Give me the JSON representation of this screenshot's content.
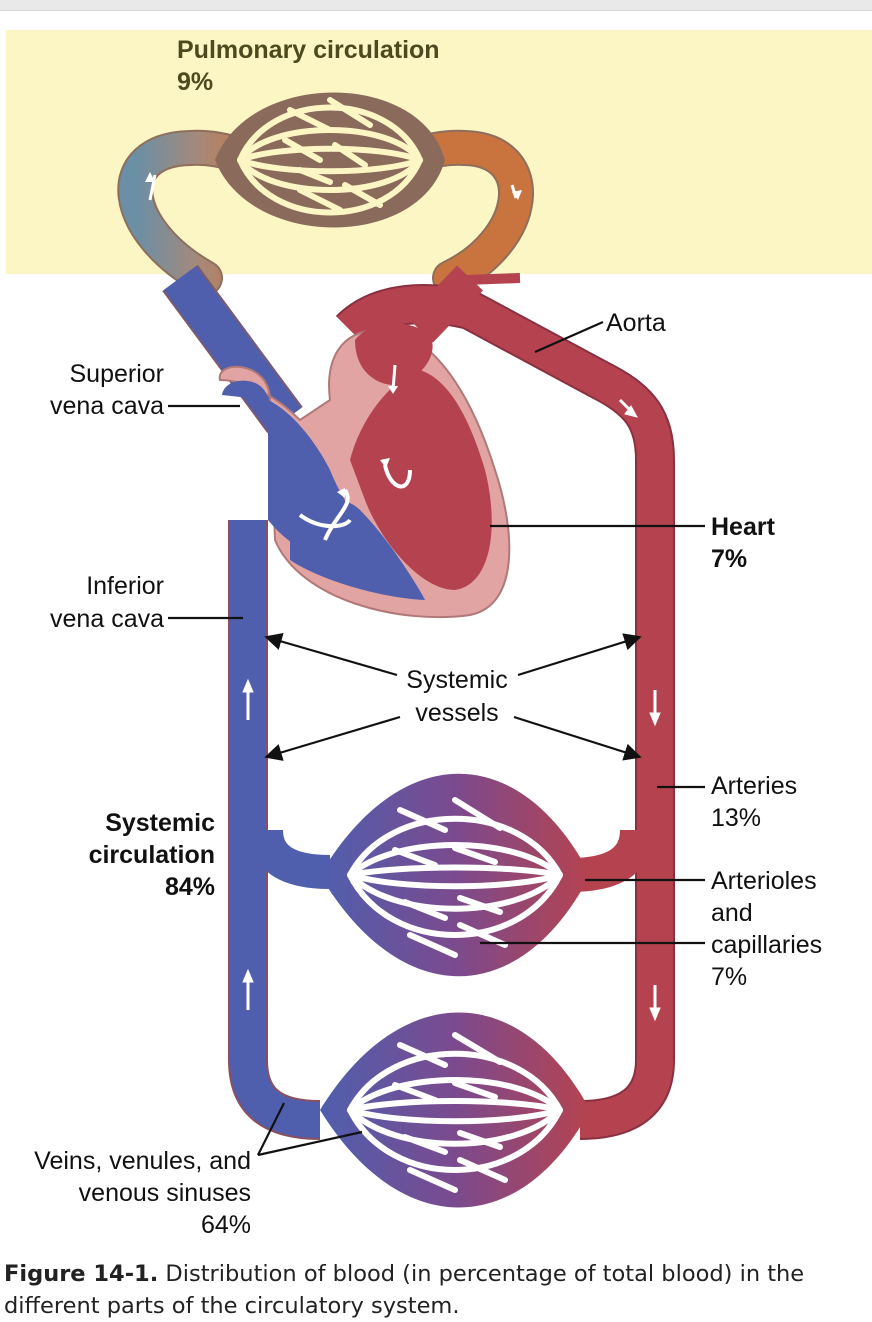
{
  "labels": {
    "pulmonary_title": "Pulmonary circulation",
    "pulmonary_pct": "9%",
    "aorta": "Aorta",
    "superior_vena_cava_line1": "Superior",
    "superior_vena_cava_line2": "vena cava",
    "heart": "Heart",
    "heart_pct": "7%",
    "inferior_vena_cava_line1": "Inferior",
    "inferior_vena_cava_line2": "vena cava",
    "systemic_vessels_line1": "Systemic",
    "systemic_vessels_line2": "vessels",
    "systemic_circ_line1": "Systemic",
    "systemic_circ_line2": "circulation",
    "systemic_circ_pct": "84%",
    "arteries": "Arteries",
    "arteries_pct": "13%",
    "arterioles_line1": "Arterioles",
    "arterioles_line2": "and",
    "arterioles_line3": "capillaries",
    "arterioles_pct": "7%",
    "veins_line1": "Veins, venules, and",
    "veins_line2": "venous sinuses",
    "veins_pct": "64%"
  },
  "caption": {
    "figure_number": "Figure 14-1.",
    "text": "Distribution of blood (in percentage of total blood) in the different parts of the circulatory system."
  },
  "colors": {
    "pulmonary_background": "#fbf6c4",
    "venous_blue": "#4f5fae",
    "arterial_red": "#b5434f",
    "heart_wall_pink": "#e2a4a2",
    "capillary_purple": "#7a4a8c",
    "pulmonary_title_color": "#4d4a1f"
  }
}
